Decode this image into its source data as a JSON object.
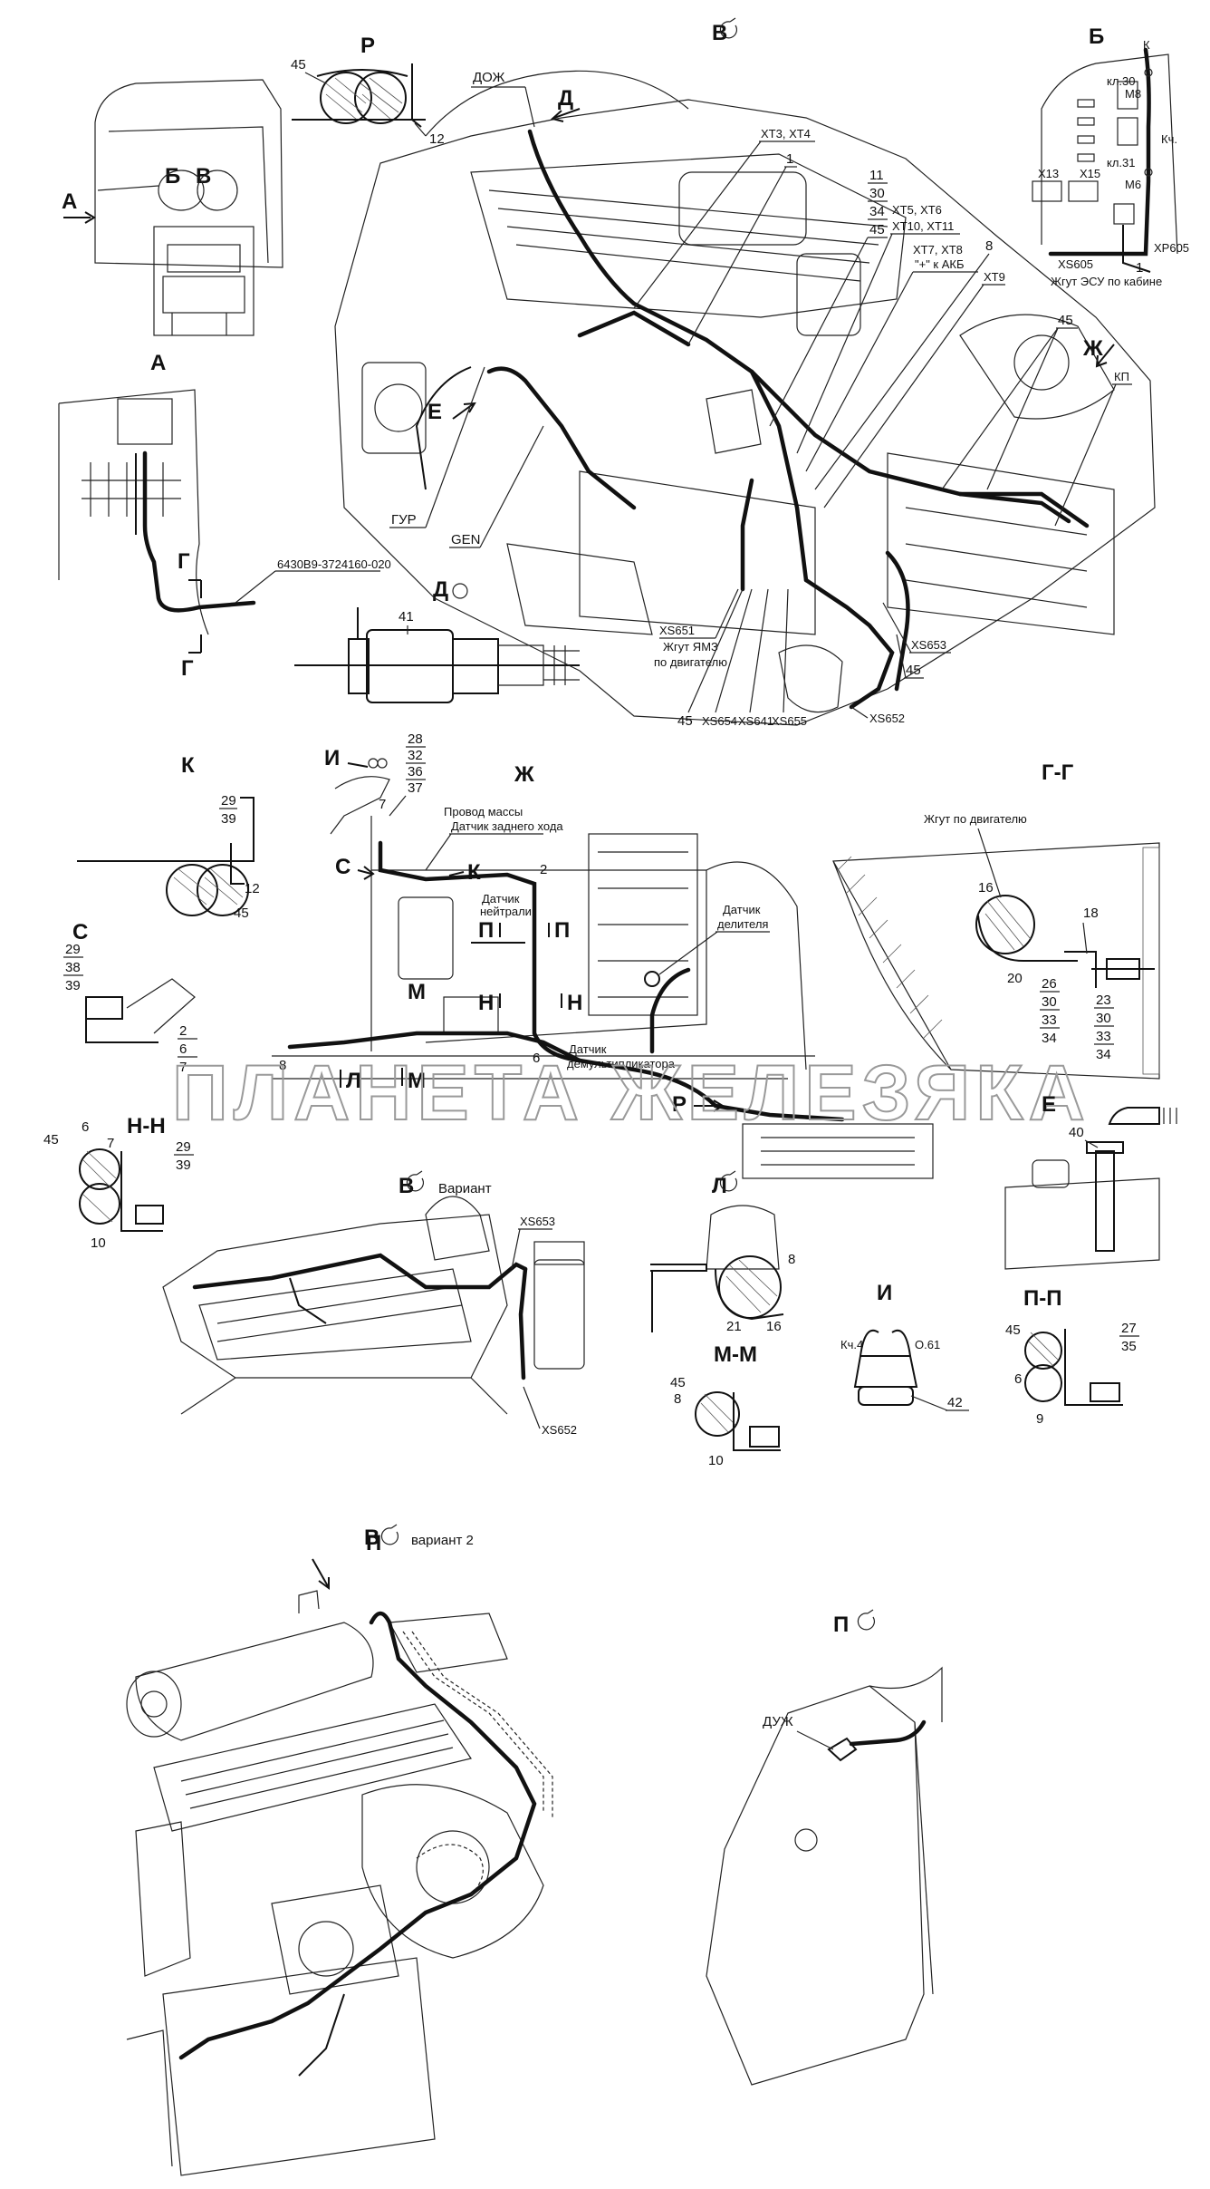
{
  "watermark": "ПЛАНЕТА ЖЕЛЕЗЯКА",
  "views": {
    "R": "Р",
    "V": "В",
    "B": "Б",
    "A": "А",
    "D": "Д",
    "K": "К",
    "Zh": "Ж",
    "GG": "Г-Г",
    "S": "С",
    "NN": "Н-Н",
    "E": "Е",
    "VVar": "В",
    "L": "Л",
    "I": "И",
    "MM": "М-М",
    "PP": "П-П",
    "V2": "В",
    "P": "П",
    "Pv": "П"
  },
  "captions": {
    "variant": "Вариант",
    "variant2": "вариант 2"
  },
  "labels": {
    "dozh": "ДОЖ",
    "duzh": "ДУЖ",
    "gur": "ГУР",
    "gen": "GEN",
    "kp": "КП",
    "xt3xt4": "ХТ3, ХТ4",
    "xt5xt6": "ХТ5, ХТ6",
    "xt10xt11": "ХТ10, ХТ11",
    "xt7xt8": "ХТ7, ХТ8",
    "akb": "\"+\" к АКБ",
    "xt9": "ХТ9",
    "xs651": "XS651",
    "zhgutYamz": "Жгут ЯМЗ",
    "poDvig": "по двигателю",
    "xs653": "XS653",
    "xs652": "XS652",
    "xs654": "XS654",
    "xs641": "XS641",
    "xs655": "XS655",
    "xs605": "XS605",
    "xp605": "XP605",
    "zhgutEsu": "Жгут ЭСУ по кабине",
    "kl30": "кл.30",
    "kl31": "кл.31",
    "kch": "Кч.",
    "m8": "М8",
    "m6": "М6",
    "x13": "Х13",
    "x15": "Х15",
    "k": "К",
    "partNo": "6430В9-3724160-020",
    "provodMassy": "Провод массы",
    "datZadHoda": "Датчик заднего хода",
    "datNeytrali": "Датчик",
    "neytrali": "нейтрали",
    "datDelitelya": "Датчик",
    "delitelya": "делителя",
    "datDemult": "Датчик",
    "demult": "демультипликатора",
    "zhgutPoDvig": "Жгут по двигателю",
    "kch4": "Кч.4",
    "o61": "О.61"
  },
  "markers": {
    "A": "А",
    "B": "Б",
    "V": "В",
    "D": "Д",
    "E": "Е",
    "Zh": "Ж",
    "G": "Г",
    "I": "И",
    "S": "С",
    "K": "К",
    "P": "П",
    "N": "Н",
    "M": "М",
    "L": "Л",
    "R": "Р"
  },
  "callouts": {
    "c45": "45",
    "c12": "12",
    "c1": "1",
    "c11": "11",
    "c30": "30",
    "c34": "34",
    "c8": "8",
    "c41": "41",
    "c28": "28",
    "c32": "32",
    "c36": "36",
    "c37": "37",
    "c7": "7",
    "c2": "2",
    "c29": "29",
    "c39": "39",
    "c38": "38",
    "c6": "6",
    "c16": "16",
    "c18": "18",
    "c20": "20",
    "c26": "26",
    "c33": "33",
    "c23": "23",
    "c10": "10",
    "c40": "40",
    "c21": "21",
    "c42": "42",
    "c27": "27",
    "c35": "35",
    "c9": "9"
  }
}
